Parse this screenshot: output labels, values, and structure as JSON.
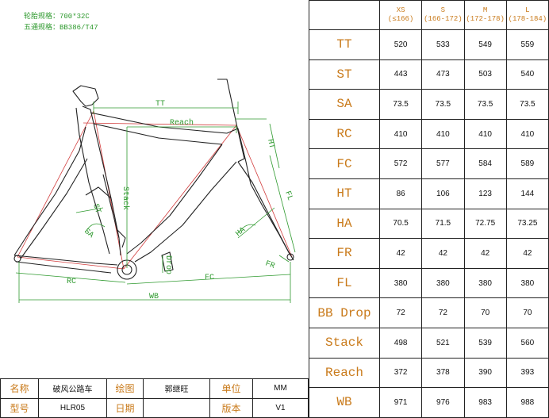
{
  "notes": {
    "line1": "轮胎规格：700*32C",
    "line2": "五通规格：BB386/T47"
  },
  "drawing_labels": {
    "tt": "TT",
    "reach": "Reach",
    "ht": "HT",
    "stack": "Stack",
    "st": "ST",
    "sa": "SA",
    "ha": "HA",
    "fl": "FL",
    "fr": "FR",
    "drop": "Drop",
    "rc": "RC",
    "fc": "FC",
    "wb": "WB"
  },
  "geometry": {
    "size_headers": [
      {
        "size": "XS",
        "range": "(≤166)"
      },
      {
        "size": "S",
        "range": "(166-172)"
      },
      {
        "size": "M",
        "range": "(172-178)"
      },
      {
        "size": "L",
        "range": "(178-184)"
      }
    ],
    "rows": [
      {
        "label": "TT",
        "values": [
          "520",
          "533",
          "549",
          "559"
        ]
      },
      {
        "label": "ST",
        "values": [
          "443",
          "473",
          "503",
          "540"
        ]
      },
      {
        "label": "SA",
        "values": [
          "73.5",
          "73.5",
          "73.5",
          "73.5"
        ]
      },
      {
        "label": "RC",
        "values": [
          "410",
          "410",
          "410",
          "410"
        ]
      },
      {
        "label": "FC",
        "values": [
          "572",
          "577",
          "584",
          "589"
        ]
      },
      {
        "label": "HT",
        "values": [
          "86",
          "106",
          "123",
          "144"
        ]
      },
      {
        "label": "HA",
        "values": [
          "70.5",
          "71.5",
          "72.75",
          "73.25"
        ]
      },
      {
        "label": "FR",
        "values": [
          "42",
          "42",
          "42",
          "42"
        ]
      },
      {
        "label": "FL",
        "values": [
          "380",
          "380",
          "380",
          "380"
        ]
      },
      {
        "label": "BB Drop",
        "values": [
          "72",
          "72",
          "70",
          "70"
        ]
      },
      {
        "label": "Stack",
        "values": [
          "498",
          "521",
          "539",
          "560"
        ]
      },
      {
        "label": "Reach",
        "values": [
          "372",
          "378",
          "390",
          "393"
        ]
      },
      {
        "label": "WB",
        "values": [
          "971",
          "976",
          "983",
          "988"
        ]
      }
    ]
  },
  "title_block": {
    "row1": [
      {
        "key": "名称",
        "value": "破风公路车"
      },
      {
        "key": "绘图",
        "value": "郭继旺"
      },
      {
        "key": "单位",
        "value": "MM"
      }
    ],
    "row2": [
      {
        "key": "型号",
        "value": "HLR05"
      },
      {
        "key": "日期",
        "value": ""
      },
      {
        "key": "版本",
        "value": "V1"
      }
    ]
  },
  "colors": {
    "label_orange": "#c97a1a",
    "dimension_green": "#2f9a2f",
    "centerline_red": "#d23c3c",
    "frame_outline": "#222222"
  }
}
